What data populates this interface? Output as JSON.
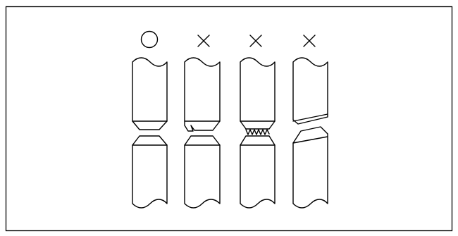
{
  "diagram": {
    "stroke_color": "#000000",
    "background_color": "#ffffff",
    "columns": [
      {
        "mark": "○",
        "mark_icon": "circle-ok-icon",
        "status": "acceptable",
        "break_type": "clean-symmetric-neck"
      },
      {
        "mark": "×",
        "mark_icon": "cross-ng-icon",
        "status": "not-acceptable",
        "break_type": "irregular-tear"
      },
      {
        "mark": "×",
        "mark_icon": "cross-ng-icon",
        "status": "not-acceptable",
        "break_type": "jagged-fracture"
      },
      {
        "mark": "×",
        "mark_icon": "cross-ng-icon",
        "status": "not-acceptable",
        "break_type": "oblique-shear"
      }
    ]
  }
}
